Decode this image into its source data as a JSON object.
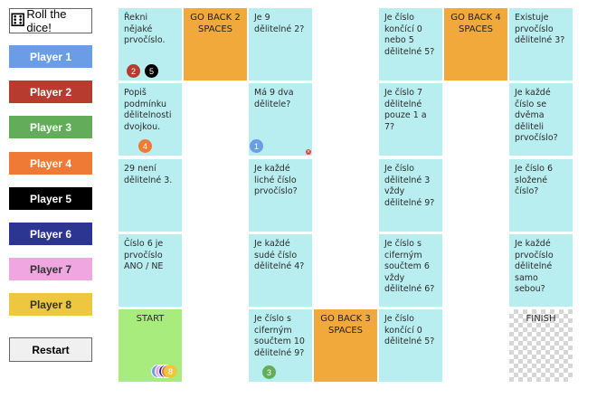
{
  "roll_button": {
    "label": "Roll the dice!",
    "icon": "die-icon",
    "glyph": "⚅"
  },
  "players": [
    {
      "label": "Player 1",
      "color": "#6b9ce6",
      "text_color": "#ffffff"
    },
    {
      "label": "Player 2",
      "color": "#b83b30",
      "text_color": "#ffffff"
    },
    {
      "label": "Player 3",
      "color": "#63ad5a",
      "text_color": "#ffffff"
    },
    {
      "label": "Player 4",
      "color": "#ef7a36",
      "text_color": "#ffffff"
    },
    {
      "label": "Player 5",
      "color": "#000000",
      "text_color": "#ffffff"
    },
    {
      "label": "Player 6",
      "color": "#2d3593",
      "text_color": "#ffffff"
    },
    {
      "label": "Player 7",
      "color": "#f0a6e0",
      "text_color": "#333333"
    },
    {
      "label": "Player 8",
      "color": "#ecc73f",
      "text_color": "#333333"
    }
  ],
  "restart_button": {
    "label": "Restart"
  },
  "board": {
    "cells": [
      {
        "name": "cell-c1-r1",
        "type": "question",
        "text": "Řekni nějaké prvočíslo."
      },
      {
        "name": "cell-c1-r2",
        "type": "question",
        "text": "Popiš podmínku dělitelnosti dvojkou."
      },
      {
        "name": "cell-c1-r3",
        "type": "question",
        "text": "29 není dělitelné 3."
      },
      {
        "name": "cell-c1-r4",
        "type": "question",
        "text": "Číslo 6 je prvočíslo ANO / NE"
      },
      {
        "name": "cell-start",
        "type": "start",
        "text": "START"
      },
      {
        "name": "cell-c2-r1",
        "type": "back",
        "text": "GO BACK 2 SPACES"
      },
      {
        "name": "cell-c3-r1",
        "type": "question",
        "text": "Je 9 dělitelné 2?"
      },
      {
        "name": "cell-c3-r2",
        "type": "question",
        "text": "Má 9 dva dělitele?"
      },
      {
        "name": "cell-c3-r3",
        "type": "question",
        "text": "Je každé liché číslo prvočíslo?"
      },
      {
        "name": "cell-c3-r4",
        "type": "question",
        "text": "Je každé sudé číslo dělitelné 4?"
      },
      {
        "name": "cell-c3-r5",
        "type": "question",
        "text": "Je číslo s ciferným součtem 10 dělitelné 9?"
      },
      {
        "name": "cell-c4-r5",
        "type": "back",
        "text": "GO BACK 3 SPACES"
      },
      {
        "name": "cell-c5-r1",
        "type": "question",
        "text": "Je číslo končící 0 nebo 5 dělitelné 5?"
      },
      {
        "name": "cell-c5-r2",
        "type": "question",
        "text": "Je číslo 7 dělitelné pouze 1 a 7?"
      },
      {
        "name": "cell-c5-r3",
        "type": "question",
        "text": "Je číslo dělitelné 3 vždy dělitelné 9?"
      },
      {
        "name": "cell-c5-r4",
        "type": "question",
        "text": "Je číslo s ciferným součtem 6 vždy dělitelné 6?"
      },
      {
        "name": "cell-c5-r5",
        "type": "question",
        "text": "Je číslo končící 0 dělitelné 5?"
      },
      {
        "name": "cell-c6-r1",
        "type": "back",
        "text": "GO BACK 4 SPACES"
      },
      {
        "name": "cell-c7-r1",
        "type": "question",
        "text": "Existuje prvočíslo dělitelné 3?"
      },
      {
        "name": "cell-c7-r2",
        "type": "question",
        "text": "Je každé číslo se dvěma děliteli prvočíslo?"
      },
      {
        "name": "cell-c7-r3",
        "type": "question",
        "text": "Je číslo 6 složené číslo?"
      },
      {
        "name": "cell-c7-r4",
        "type": "question",
        "text": "Je každé prvočíslo dělitelné samo sebou?"
      },
      {
        "name": "cell-finish",
        "type": "finish",
        "text": "FINISH"
      }
    ]
  },
  "tokens": [
    {
      "label": "2",
      "color": "#b83b30"
    },
    {
      "label": "5",
      "color": "#000000"
    },
    {
      "label": "4",
      "color": "#ef7a36"
    },
    {
      "label": "1",
      "color": "#6b9ce6"
    },
    {
      "label": "3",
      "color": "#63ad5a"
    },
    {
      "label": "8",
      "color": "#ecc73f"
    }
  ],
  "marker": {
    "icon": "close-icon",
    "glyph": "×",
    "color": "#d9453a"
  }
}
